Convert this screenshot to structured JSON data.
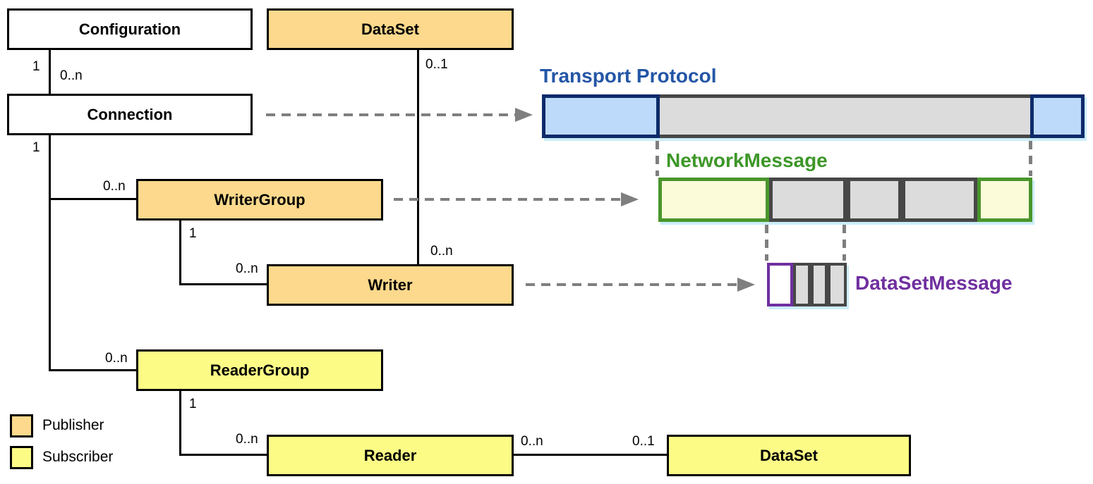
{
  "diagram": {
    "nodes": {
      "configuration": {
        "label": "Configuration"
      },
      "dataset_top": {
        "label": "DataSet"
      },
      "connection": {
        "label": "Connection"
      },
      "writer_group": {
        "label": "WriterGroup"
      },
      "writer": {
        "label": "Writer"
      },
      "reader_group": {
        "label": "ReaderGroup"
      },
      "reader": {
        "label": "Reader"
      },
      "dataset_bottom": {
        "label": "DataSet"
      }
    },
    "multiplicities": {
      "configuration_one": "1",
      "connection_many": "0..n",
      "connection_one": "1",
      "writer_group_many": "0..n",
      "writer_group_one": "1",
      "writer_many": "0..n",
      "dataset_writer_optional": "0..1",
      "dataset_writer_many": "0..n",
      "reader_group_many": "0..n",
      "reader_group_one": "1",
      "reader_many": "0..n",
      "reader_dataset_many": "0..n",
      "reader_dataset_optional": "0..1"
    },
    "message_layers": {
      "transport": {
        "label": "Transport Protocol",
        "label_color": "#2456A5",
        "fill": "#BDDAFB",
        "border": "#0D2A6A"
      },
      "network": {
        "label": "NetworkMessage",
        "label_color": "#3D9728",
        "fill": "#FBFBDA",
        "border": "#4A962C"
      },
      "dataset_message": {
        "label": "DataSetMessage",
        "label_color": "#7030A0",
        "fill": "#FFFFFF",
        "border": "#7030A0"
      },
      "payload_fill": "#DCDCDC",
      "payload_border": "#474747"
    },
    "legend": {
      "publisher": {
        "label": "Publisher",
        "color": "#FCD98C"
      },
      "subscriber": {
        "label": "Subscriber",
        "color": "#FBFB86"
      }
    },
    "arrow_color": "#7F7F7F"
  }
}
